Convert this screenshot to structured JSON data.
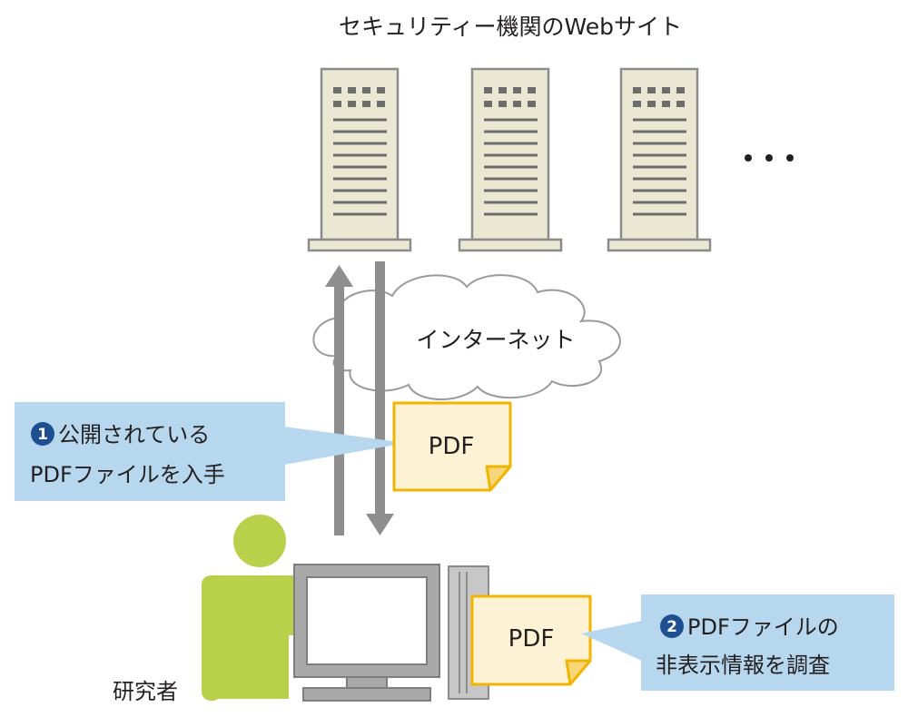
{
  "title": "セキュリティー機関のWebサイト",
  "ellipsis": "・・・",
  "cloud_label": "インターネット",
  "pdf_label": "PDF",
  "step1": {
    "number": "1",
    "line1": "公開されている",
    "line2": "PDFファイルを入手"
  },
  "step2": {
    "number": "2",
    "line1": "PDFファイルの",
    "line2": "非表示情報を調査"
  },
  "person_label": "研究者",
  "colors": {
    "server_fill": "#eae7d2",
    "server_stroke": "#8c8c8c",
    "arrow": "#8e8e8e",
    "pdf_fill": "#fdf3d4",
    "pdf_stroke": "#f2b400",
    "callout_fill": "#b7d7ee",
    "number_badge": "#1d4f91",
    "person": "#b8d04a",
    "monitor": "#a0a0a0",
    "screen": "#ffffff"
  }
}
